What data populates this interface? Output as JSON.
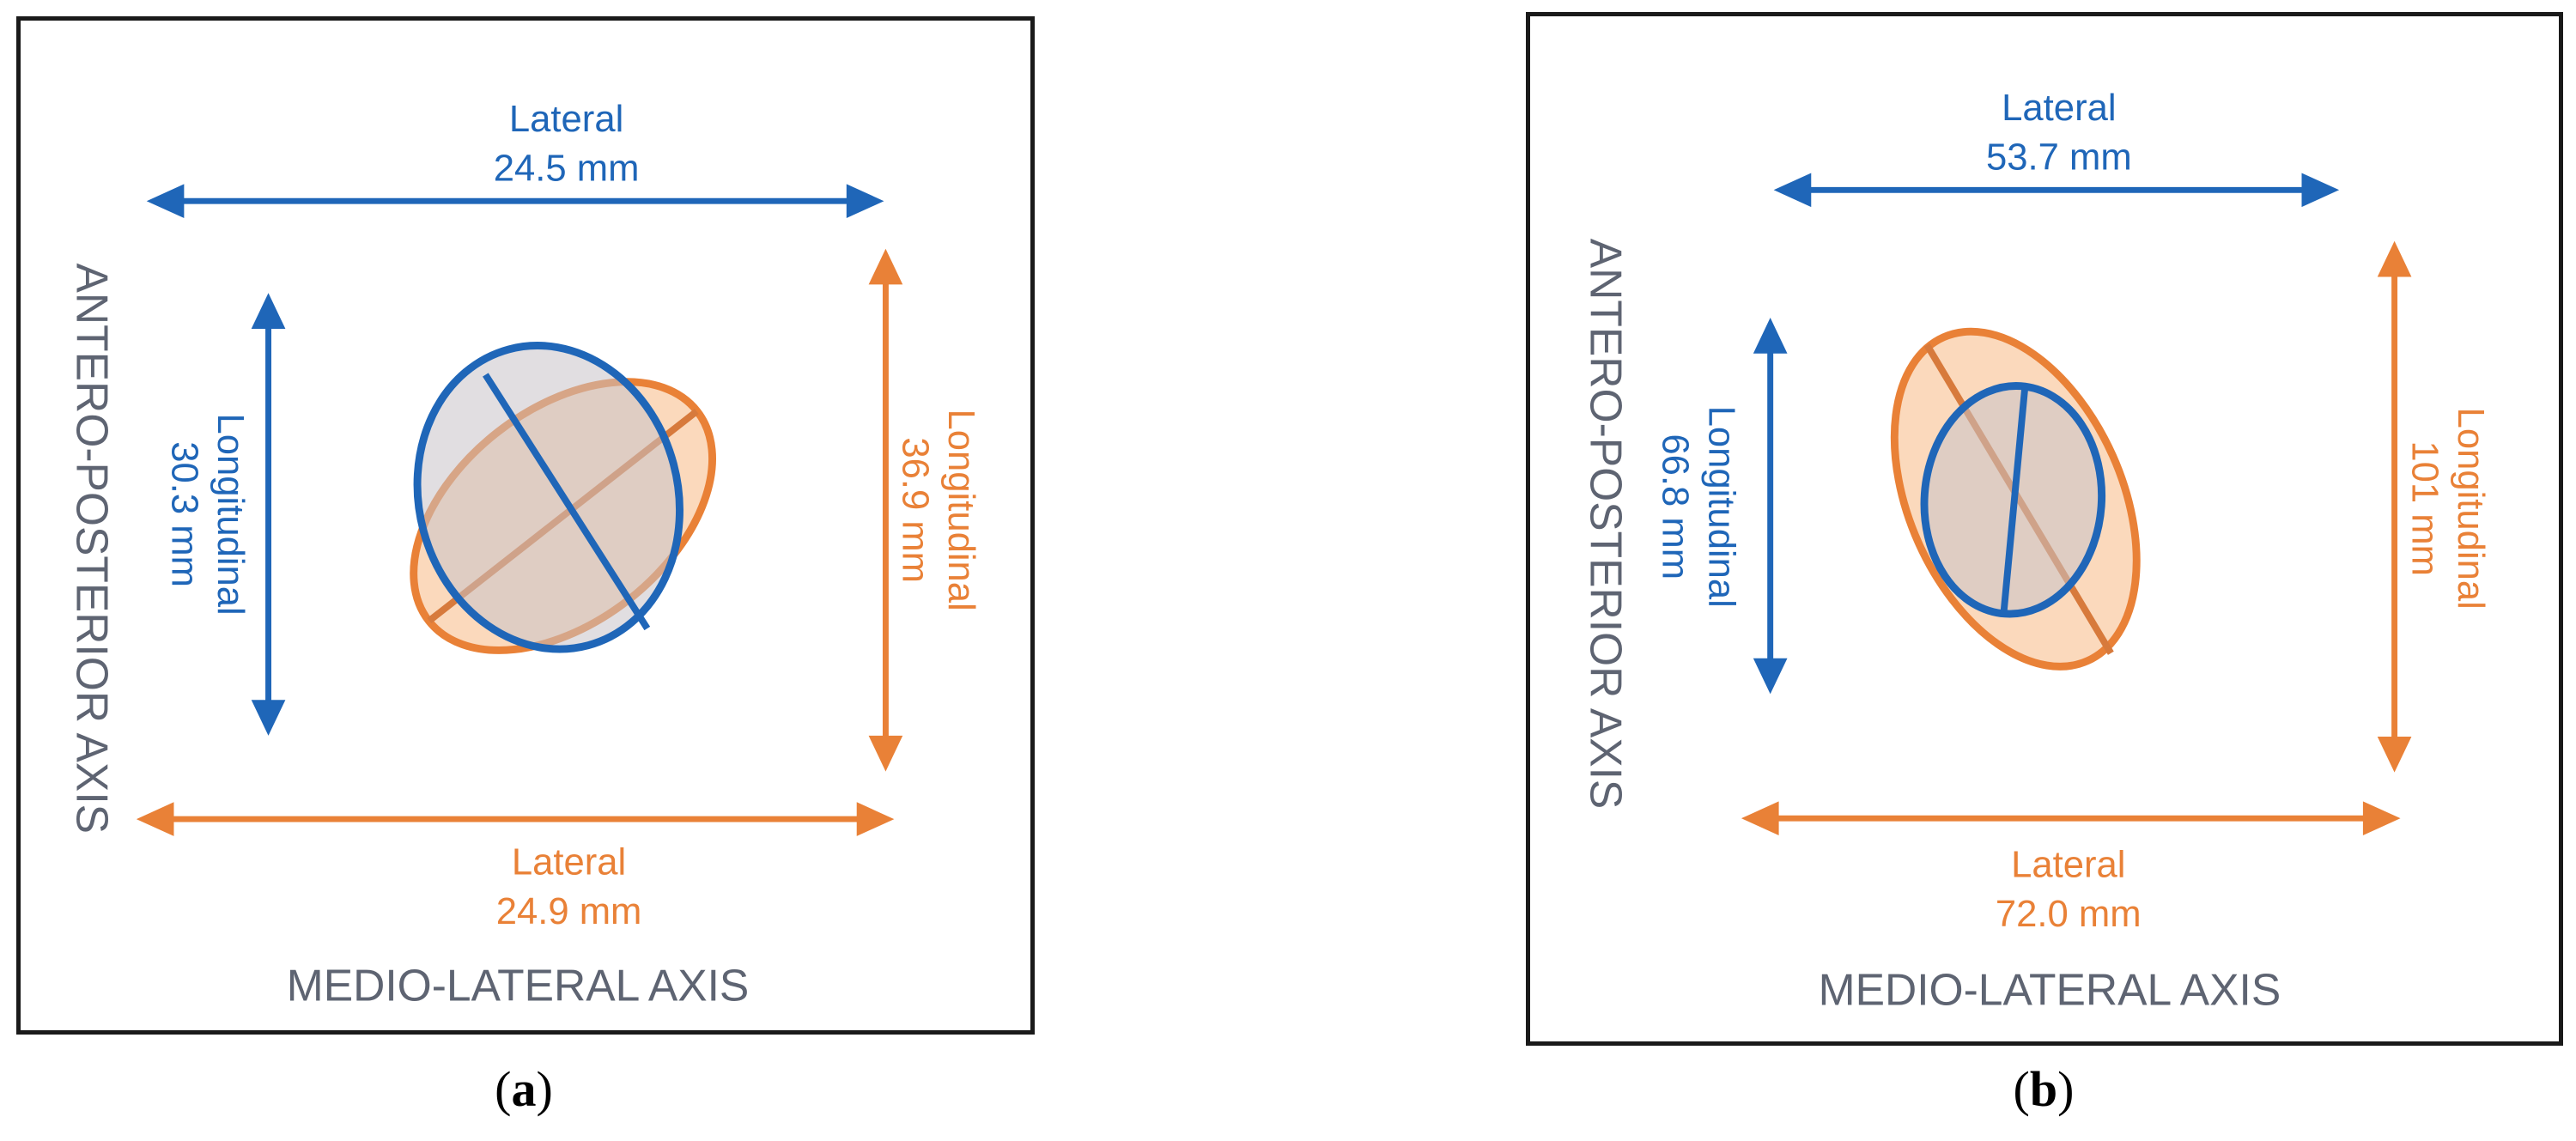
{
  "panels": [
    {
      "caption_letter": "a",
      "top_label": "Lateral",
      "top_value": "24.5 mm",
      "left_label": "Longitudinal",
      "left_value": "30.3 mm",
      "right_label": "Longitudinal",
      "right_value": "36.9 mm",
      "bottom_label": "Lateral",
      "bottom_value": "24.9 mm",
      "vertical_axis": "ANTERO-POSTERIOR AXIS",
      "horizontal_axis": "MEDIO-LATERAL AXIS"
    },
    {
      "caption_letter": "b",
      "top_label": "Lateral",
      "top_value": "53.7 mm",
      "left_label": "Longitudinal",
      "left_value": "66.8 mm",
      "right_label": "Longitudinal",
      "right_value": "101 mm",
      "bottom_label": "Lateral",
      "bottom_value": "72.0 mm",
      "vertical_axis": "ANTERO-POSTERIOR AXIS",
      "horizontal_axis": "MEDIO-LATERAL AXIS"
    }
  ],
  "colors": {
    "blue": "#1f66b8",
    "orange": "#e98137",
    "axis_gray": "#5e6472"
  }
}
